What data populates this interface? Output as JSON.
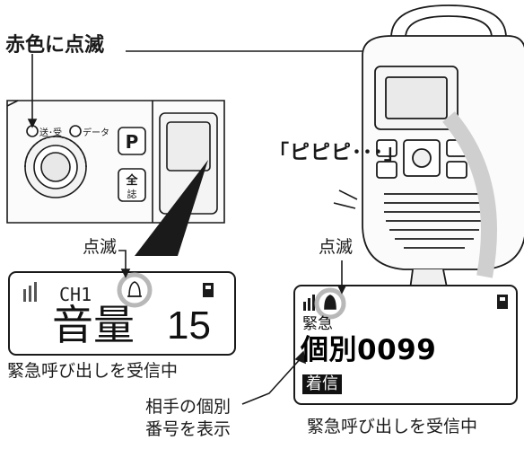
{
  "callouts": {
    "red_blink": "赤色に点滅",
    "beep": "「ピピピ･･･」",
    "blink_left": "点滅",
    "blink_right": "点滅",
    "partner_line1": "相手の個別",
    "partner_line2": "番号を表示"
  },
  "panel": {
    "led_tx_rx": "送･受",
    "led_data": "データ",
    "p_button": "P",
    "all_button_top": "全",
    "all_button_bottom": "誌"
  },
  "lcd_left": {
    "channel": "CH1",
    "volume_label": "音量",
    "volume_value": "15",
    "caption": "緊急呼び出しを受信中"
  },
  "lcd_right": {
    "emergency": "緊急",
    "individual_number": "個別0099",
    "incoming_badge": "着信",
    "caption": "緊急呼び出しを受信中"
  },
  "icons": [
    "signal-icon",
    "bell-icon",
    "battery-icon",
    "volume-knob-icon"
  ],
  "colors": {
    "line": "#1a1a1a",
    "highlight_ring": "#b8b8b8",
    "lcd_bg": "#ffffff"
  }
}
